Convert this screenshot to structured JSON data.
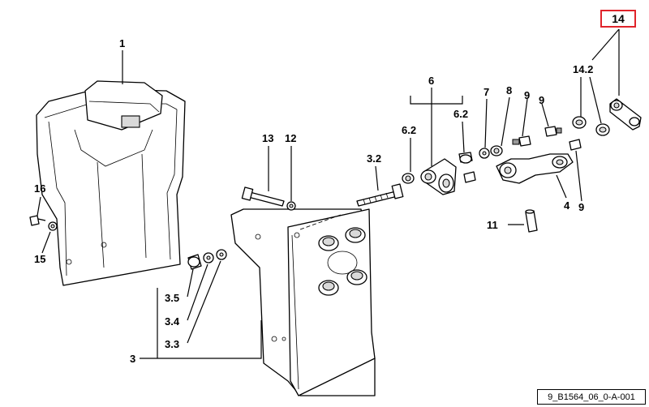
{
  "diagram": {
    "highlighted_label": "14",
    "reference_code": "9_B1564_06_0-A-001",
    "highlight_color": "#e0242b",
    "labels": {
      "l1": "1",
      "l3": "3",
      "l3_2": "3.2",
      "l3_3": "3.3",
      "l3_4": "3.4",
      "l3_5": "3.5",
      "l4": "4",
      "l6": "6",
      "l6_2a": "6.2",
      "l6_2b": "6.2",
      "l7": "7",
      "l8": "8",
      "l9a": "9",
      "l9b": "9",
      "l9c": "9",
      "l11": "11",
      "l12": "12",
      "l13": "13",
      "l14_2": "14.2",
      "l15": "15",
      "l16": "16"
    }
  }
}
